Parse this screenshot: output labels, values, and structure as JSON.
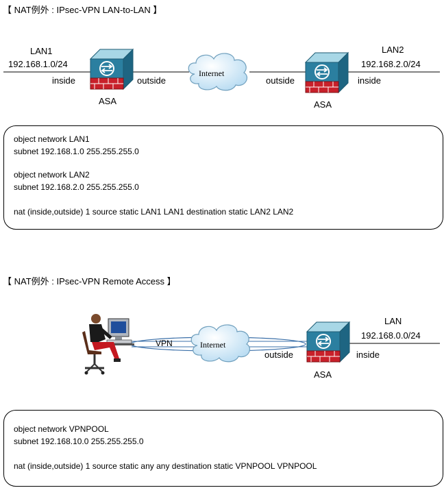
{
  "section1": {
    "title": "【 NAT例外 : IPsec-VPN LAN-to-LAN 】",
    "lan1_name": "LAN1",
    "lan1_subnet": "192.168.1.0/24",
    "left_inside": "inside",
    "left_outside": "outside",
    "left_asa": "ASA",
    "internet": "Internet",
    "right_outside": "outside",
    "right_inside": "inside",
    "right_asa": "ASA",
    "lan2_name": "LAN2",
    "lan2_subnet": "192.168.2.0/24",
    "config": [
      "object network LAN1",
      " subnet 192.168.1.0 255.255.255.0",
      "object network LAN2",
      " subnet 192.168.2.0 255.255.255.0",
      "nat (inside,outside) 1 source static LAN1 LAN1 destination static LAN2 LAN2"
    ]
  },
  "section2": {
    "title": "【 NAT例外 : IPsec-VPN Remote Access 】",
    "vpn": "VPN",
    "internet": "Internet",
    "outside": "outside",
    "inside": "inside",
    "asa": "ASA",
    "lan_name": "LAN",
    "lan_subnet": "192.168.0.0/24",
    "config": [
      "object network VPNPOOL",
      " subnet 192.168.10.0 255.255.255.0",
      "nat (inside,outside) 1 source static any any destination static VPNPOOL VPNPOOL"
    ]
  },
  "colors": {
    "asa_teal": "#2a7a9a",
    "firewall_red": "#c8202a",
    "cloud_blue": "#cfe6f5"
  }
}
